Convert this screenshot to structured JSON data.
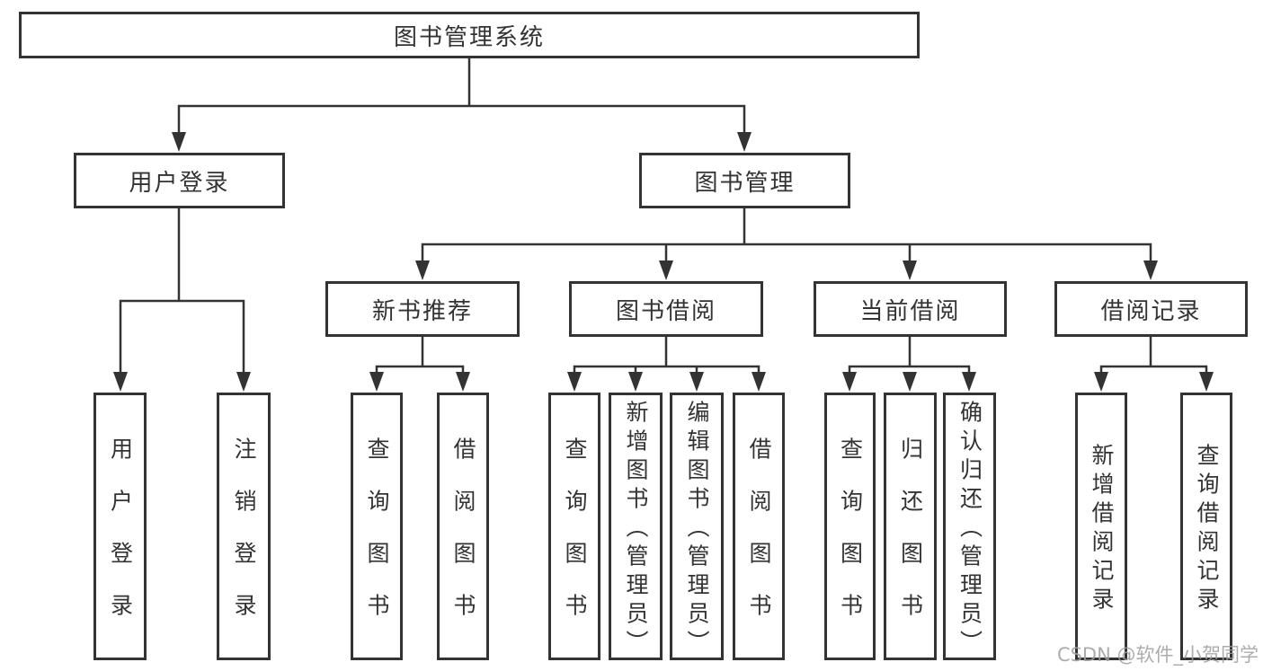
{
  "tree": {
    "root": {
      "label": "图书管理系统"
    },
    "children": [
      {
        "label": "用户登录",
        "children": [
          {
            "label": "用户登录"
          },
          {
            "label": "注销登录"
          }
        ]
      },
      {
        "label": "图书管理",
        "children": [
          {
            "label": "新书推荐",
            "children": [
              {
                "label": "查询图书"
              },
              {
                "label": "借阅图书"
              }
            ]
          },
          {
            "label": "图书借阅",
            "children": [
              {
                "label": "查询图书"
              },
              {
                "label": "新增图书（管理员）"
              },
              {
                "label": "编辑图书（管理员）"
              },
              {
                "label": "借阅图书"
              }
            ]
          },
          {
            "label": "当前借阅",
            "children": [
              {
                "label": "查询图书"
              },
              {
                "label": "归还图书"
              },
              {
                "label": "确认归还（管理员）"
              }
            ]
          },
          {
            "label": "借阅记录",
            "children": [
              {
                "label": "新增借阅记录"
              },
              {
                "label": "查询借阅记录"
              }
            ]
          }
        ]
      }
    ]
  },
  "watermark": {
    "text": "CSDN @软件_小贺同学"
  },
  "colors": {
    "line": "#333333",
    "text": "#333333",
    "box_background": "#ffffff",
    "watermark": "#9e9e9e"
  }
}
